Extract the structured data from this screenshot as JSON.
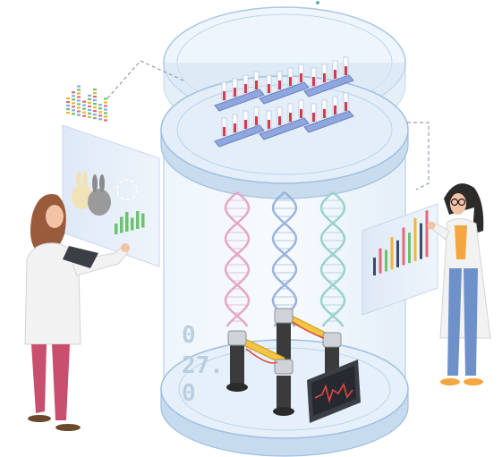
{
  "readout": {
    "line1": "0",
    "line2": "27.",
    "line3": "0"
  },
  "colors": {
    "cylinder": "#dcebf7",
    "cylinder_edge": "#a9c7e6",
    "rack": "#8fa6de",
    "tube_liquid": "#d43c4e",
    "dna_pink": "#e6a7c6",
    "dna_blue": "#9ab4de",
    "dna_teal": "#9bd2cc",
    "arm_yellow": "#f4c542",
    "lab_coat": "#f2f2f2",
    "hair_brown": "#9a5a3c",
    "pants_pink": "#c94f6f",
    "pants_blue": "#6f91c9",
    "monitor_wave": "#e2463d"
  },
  "icons": [
    "rabbit-icon",
    "dna-helix-icon",
    "test-tube-rack-icon",
    "heart-rate-monitor-icon",
    "bar-chart-icon",
    "robotic-arm-icon"
  ]
}
